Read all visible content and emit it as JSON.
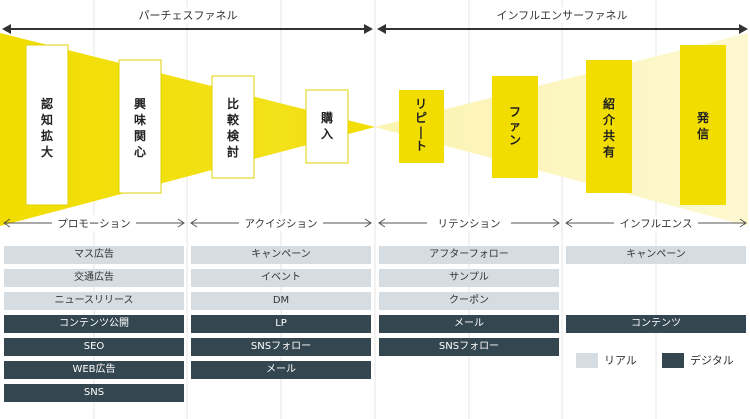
{
  "funnels": {
    "purchase": "パーチェスファネル",
    "influencer": "インフルエンサーファネル"
  },
  "stages": [
    "プロモーション",
    "アクイジション",
    "リテンション",
    "インフルエンス"
  ],
  "boxes": {
    "awareness": "認知拡大",
    "interest": "興味関心",
    "comparison": "比較検討",
    "purchase": "購入",
    "repeat": "リピート",
    "fan": "ファン",
    "referral": "紹介共有",
    "broadcast": "発信"
  },
  "columns": [
    {
      "items": [
        {
          "label": "マス広告",
          "kind": "real"
        },
        {
          "label": "交通広告",
          "kind": "real"
        },
        {
          "label": "ニュースリリース",
          "kind": "real"
        },
        {
          "label": "コンテンツ公開",
          "kind": "digital"
        },
        {
          "label": "SEO",
          "kind": "digital"
        },
        {
          "label": "WEB広告",
          "kind": "digital"
        },
        {
          "label": "SNS",
          "kind": "digital"
        }
      ]
    },
    {
      "items": [
        {
          "label": "キャンペーン",
          "kind": "real"
        },
        {
          "label": "イベント",
          "kind": "real"
        },
        {
          "label": "DM",
          "kind": "real"
        },
        {
          "label": "LP",
          "kind": "digital"
        },
        {
          "label": "SNSフォロー",
          "kind": "digital"
        },
        {
          "label": "メール",
          "kind": "digital"
        }
      ]
    },
    {
      "items": [
        {
          "label": "アフターフォロー",
          "kind": "real"
        },
        {
          "label": "サンプル",
          "kind": "real"
        },
        {
          "label": "クーポン",
          "kind": "real"
        },
        {
          "label": "メール",
          "kind": "digital"
        },
        {
          "label": "SNSフォロー",
          "kind": "digital"
        }
      ]
    },
    {
      "items": [
        {
          "label": "キャンペーン",
          "kind": "real"
        },
        {
          "label": "コンテンツ",
          "kind": "digital",
          "row": 3
        }
      ]
    }
  ],
  "legend": {
    "real": "リアル",
    "digital": "デジタル"
  },
  "colors": {
    "yellow": "#f1dd00",
    "light_yellow": "#faf1a6",
    "real": "#d6dde2",
    "digital": "#344650"
  }
}
